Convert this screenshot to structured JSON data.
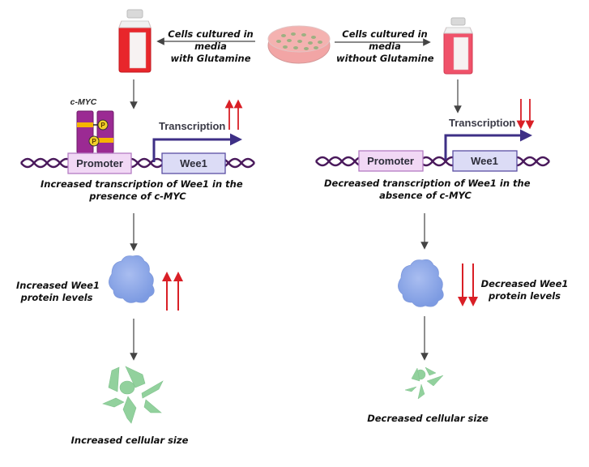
{
  "top": {
    "left_arrow_caption": [
      "Cells cultured in",
      "media",
      "with Glutamine"
    ],
    "right_arrow_caption": [
      "Cells cultured in",
      "media",
      "without Glutamine"
    ]
  },
  "left": {
    "myc_label": "c-MYC",
    "phospho_label": "P",
    "promoter_label": "Promoter",
    "gene_label": "Wee1",
    "transcription_label": "Transcription",
    "transcription_caption": [
      "Increased transcription of Wee1 in the",
      "presence of c-MYC"
    ],
    "protein_caption": [
      "Increased Wee1",
      "protein levels"
    ],
    "cell_caption": "Increased cellular size",
    "transcription_trend": "up",
    "protein_trend": "up"
  },
  "right": {
    "promoter_label": "Promoter",
    "gene_label": "Wee1",
    "transcription_label": "Transcription",
    "transcription_caption": [
      "Decreased transcription of Wee1 in the",
      "absence of c-MYC"
    ],
    "protein_caption": [
      "Decreased Wee1",
      "protein levels"
    ],
    "cell_caption": "Decreased cellular size",
    "transcription_trend": "down",
    "protein_trend": "down"
  },
  "colors": {
    "dna": "#4a1a5c",
    "promoter_fill": "#f1d8f5",
    "promoter_stroke": "#b47cc4",
    "gene_fill": "#dcdcf6",
    "gene_stroke": "#5b4fa3",
    "transcription_arrow": "#3e2f86",
    "myc": "#9b2a93",
    "myc_band": "#f5b400",
    "phospho": "#f3d02a",
    "trend_arrow": "#d91f26",
    "flow_arrow": "#444444",
    "protein": "#8ea9e8",
    "cells": "#7fc98d",
    "media_with": "#e8262b",
    "media_without": "#f0526a",
    "dish_media": "#f2a5a5"
  }
}
